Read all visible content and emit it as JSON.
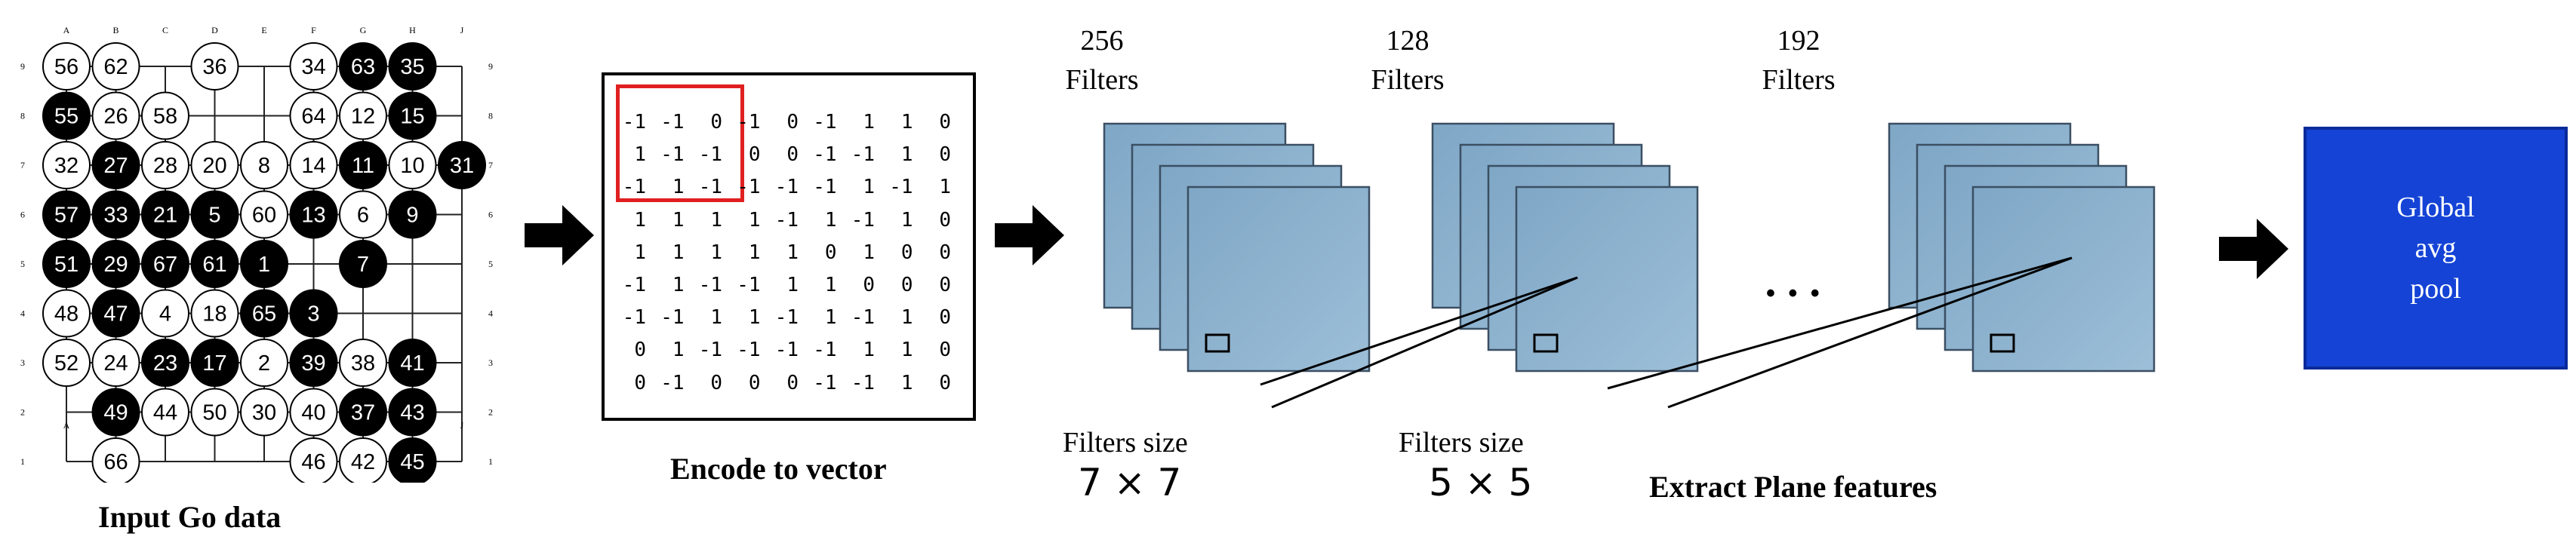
{
  "go_board": {
    "col_labels": [
      "A",
      "B",
      "C",
      "D",
      "E",
      "F",
      "G",
      "H",
      "J"
    ],
    "row_labels": [
      "9",
      "8",
      "7",
      "6",
      "5",
      "4",
      "3",
      "2",
      "1"
    ],
    "stones": [
      {
        "c": 0,
        "r": 0,
        "n": "56",
        "color": "white"
      },
      {
        "c": 1,
        "r": 0,
        "n": "62",
        "color": "white"
      },
      {
        "c": 3,
        "r": 0,
        "n": "36",
        "color": "white"
      },
      {
        "c": 5,
        "r": 0,
        "n": "34",
        "color": "white"
      },
      {
        "c": 6,
        "r": 0,
        "n": "63",
        "color": "black"
      },
      {
        "c": 7,
        "r": 0,
        "n": "35",
        "color": "black"
      },
      {
        "c": 0,
        "r": 1,
        "n": "55",
        "color": "black"
      },
      {
        "c": 1,
        "r": 1,
        "n": "26",
        "color": "white"
      },
      {
        "c": 2,
        "r": 1,
        "n": "58",
        "color": "white"
      },
      {
        "c": 5,
        "r": 1,
        "n": "64",
        "color": "white"
      },
      {
        "c": 6,
        "r": 1,
        "n": "12",
        "color": "white"
      },
      {
        "c": 7,
        "r": 1,
        "n": "15",
        "color": "black"
      },
      {
        "c": 0,
        "r": 2,
        "n": "32",
        "color": "white"
      },
      {
        "c": 1,
        "r": 2,
        "n": "27",
        "color": "black"
      },
      {
        "c": 2,
        "r": 2,
        "n": "28",
        "color": "white"
      },
      {
        "c": 3,
        "r": 2,
        "n": "20",
        "color": "white"
      },
      {
        "c": 4,
        "r": 2,
        "n": "8",
        "color": "white"
      },
      {
        "c": 5,
        "r": 2,
        "n": "14",
        "color": "white"
      },
      {
        "c": 6,
        "r": 2,
        "n": "11",
        "color": "black"
      },
      {
        "c": 7,
        "r": 2,
        "n": "10",
        "color": "white"
      },
      {
        "c": 8,
        "r": 2,
        "n": "31",
        "color": "black"
      },
      {
        "c": 0,
        "r": 3,
        "n": "57",
        "color": "black"
      },
      {
        "c": 1,
        "r": 3,
        "n": "33",
        "color": "black"
      },
      {
        "c": 2,
        "r": 3,
        "n": "21",
        "color": "black"
      },
      {
        "c": 3,
        "r": 3,
        "n": "5",
        "color": "black"
      },
      {
        "c": 4,
        "r": 3,
        "n": "60",
        "color": "white"
      },
      {
        "c": 5,
        "r": 3,
        "n": "13",
        "color": "black"
      },
      {
        "c": 6,
        "r": 3,
        "n": "6",
        "color": "white"
      },
      {
        "c": 7,
        "r": 3,
        "n": "9",
        "color": "black"
      },
      {
        "c": 0,
        "r": 4,
        "n": "51",
        "color": "black"
      },
      {
        "c": 1,
        "r": 4,
        "n": "29",
        "color": "black"
      },
      {
        "c": 2,
        "r": 4,
        "n": "67",
        "color": "black"
      },
      {
        "c": 3,
        "r": 4,
        "n": "61",
        "color": "black"
      },
      {
        "c": 4,
        "r": 4,
        "n": "1",
        "color": "black"
      },
      {
        "c": 6,
        "r": 4,
        "n": "7",
        "color": "black"
      },
      {
        "c": 0,
        "r": 5,
        "n": "48",
        "color": "white"
      },
      {
        "c": 1,
        "r": 5,
        "n": "47",
        "color": "black"
      },
      {
        "c": 2,
        "r": 5,
        "n": "4",
        "color": "white"
      },
      {
        "c": 3,
        "r": 5,
        "n": "18",
        "color": "white"
      },
      {
        "c": 4,
        "r": 5,
        "n": "65",
        "color": "black"
      },
      {
        "c": 5,
        "r": 5,
        "n": "3",
        "color": "black"
      },
      {
        "c": 0,
        "r": 6,
        "n": "52",
        "color": "white"
      },
      {
        "c": 1,
        "r": 6,
        "n": "24",
        "color": "white"
      },
      {
        "c": 2,
        "r": 6,
        "n": "23",
        "color": "black"
      },
      {
        "c": 3,
        "r": 6,
        "n": "17",
        "color": "black"
      },
      {
        "c": 4,
        "r": 6,
        "n": "2",
        "color": "white"
      },
      {
        "c": 5,
        "r": 6,
        "n": "39",
        "color": "black"
      },
      {
        "c": 6,
        "r": 6,
        "n": "38",
        "color": "white"
      },
      {
        "c": 7,
        "r": 6,
        "n": "41",
        "color": "black"
      },
      {
        "c": 1,
        "r": 7,
        "n": "49",
        "color": "black"
      },
      {
        "c": 2,
        "r": 7,
        "n": "44",
        "color": "white"
      },
      {
        "c": 3,
        "r": 7,
        "n": "50",
        "color": "white"
      },
      {
        "c": 4,
        "r": 7,
        "n": "30",
        "color": "white"
      },
      {
        "c": 5,
        "r": 7,
        "n": "40",
        "color": "white"
      },
      {
        "c": 6,
        "r": 7,
        "n": "37",
        "color": "black"
      },
      {
        "c": 7,
        "r": 7,
        "n": "43",
        "color": "black"
      },
      {
        "c": 1,
        "r": 8,
        "n": "66",
        "color": "white"
      },
      {
        "c": 5,
        "r": 8,
        "n": "46",
        "color": "white"
      },
      {
        "c": 6,
        "r": 8,
        "n": "42",
        "color": "white"
      },
      {
        "c": 7,
        "r": 8,
        "n": "45",
        "color": "black"
      }
    ],
    "caption": "Input Go data"
  },
  "vector": {
    "rows": [
      [
        "-1",
        "-1",
        "0",
        "-1",
        "0",
        "-1",
        "1",
        "1",
        "0"
      ],
      [
        "1",
        "-1",
        "-1",
        "0",
        "0",
        "-1",
        "-1",
        "1",
        "0"
      ],
      [
        "-1",
        "1",
        "-1",
        "-1",
        "-1",
        "-1",
        "1",
        "-1",
        "1"
      ],
      [
        "1",
        "1",
        "1",
        "1",
        "-1",
        "1",
        "-1",
        "1",
        "0"
      ],
      [
        "1",
        "1",
        "1",
        "1",
        "1",
        "0",
        "1",
        "0",
        "0"
      ],
      [
        "-1",
        "1",
        "-1",
        "-1",
        "1",
        "1",
        "0",
        "0",
        "0"
      ],
      [
        "-1",
        "-1",
        "1",
        "1",
        "-1",
        "1",
        "-1",
        "1",
        "0"
      ],
      [
        "0",
        "1",
        "-1",
        "-1",
        "-1",
        "-1",
        "1",
        "1",
        "0"
      ],
      [
        "0",
        "-1",
        "0",
        "0",
        "0",
        "-1",
        "-1",
        "1",
        "0"
      ]
    ],
    "caption": "Encode to vector",
    "highlight_color": "#e02020"
  },
  "conv": {
    "filters": [
      {
        "count": "256",
        "label": "Filters"
      },
      {
        "count": "128",
        "label": "Filters"
      },
      {
        "count": "192",
        "label": "Filters"
      }
    ],
    "filter_sizes": [
      {
        "label": "Filters size",
        "value": "7 × 7"
      },
      {
        "label": "Filters size",
        "value": "5 × 5"
      }
    ],
    "ellipsis": "• • •",
    "caption": "Extract Plane features",
    "plane_color": "#8fb3cf",
    "plane_border": "#3b4f63"
  },
  "output": {
    "label_lines": [
      "Global",
      "avg",
      "pool"
    ],
    "box_color": "#1443d6"
  }
}
